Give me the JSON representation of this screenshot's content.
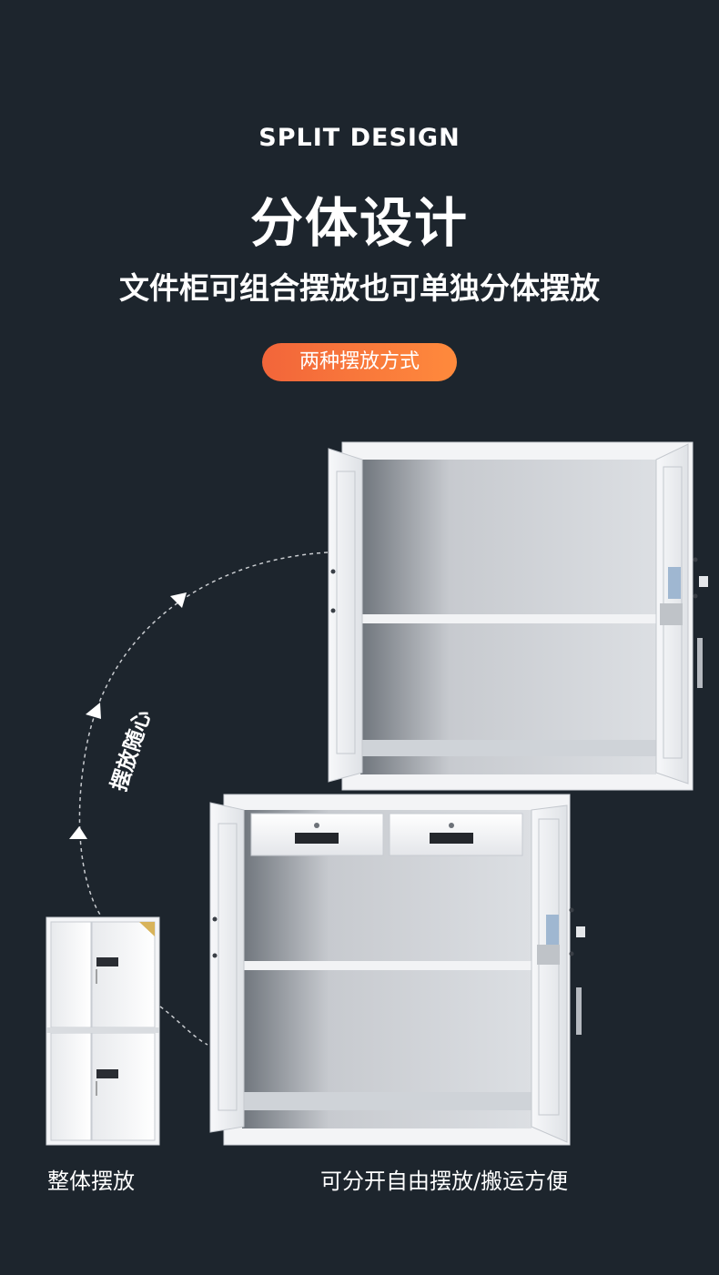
{
  "header": {
    "eyebrow": "SPLIT DESIGN",
    "title": "分体设计",
    "subtitle": "文件柜可组合摆放也可单独分体摆放"
  },
  "badge": {
    "label": "两种摆放方式"
  },
  "arc_label": "摆放随心",
  "captions": {
    "combined": "整体摆放",
    "separate": "可分开自由摆放/搬运方便"
  },
  "colors": {
    "background": "#1d252d",
    "pill_start": "#f2653a",
    "pill_end": "#ff8a3c",
    "cabinet": "#f1f2f4"
  }
}
